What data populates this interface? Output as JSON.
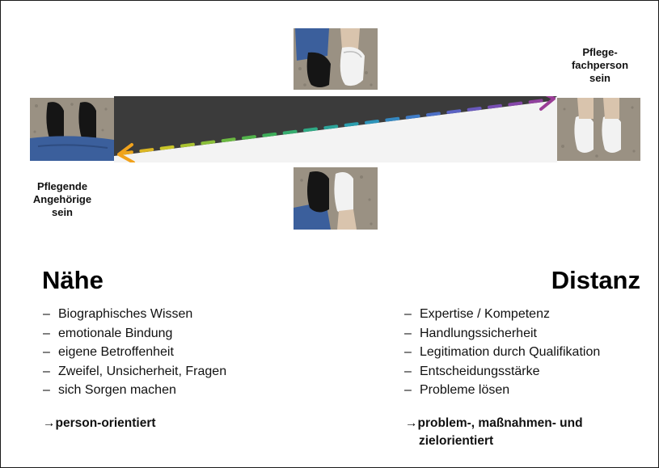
{
  "labels": {
    "left_role": [
      "Pflegende",
      "Angehörige",
      "sein"
    ],
    "right_role": [
      "Pflege-",
      "fachperson",
      "sein"
    ]
  },
  "photos": {
    "top": "feet-black-and-white-shoes-photo",
    "bottom": "feet-black-and-white-shoes-photo",
    "left": "feet-black-shoes-jeans-photo",
    "right": "feet-white-clogs-photo"
  },
  "left_column": {
    "heading": "Nähe",
    "items": [
      "Biographisches Wissen",
      "emotionale Bindung",
      "eigene Betroffenheit",
      "Zweifel, Unsicherheit, Fragen",
      "sich Sorgen machen"
    ],
    "result_arrow": "→",
    "result": "person-orientiert"
  },
  "right_column": {
    "heading": "Distanz",
    "items": [
      "Expertise / Kompetenz",
      "Handlungssicherheit",
      "Legitimation durch Qualifikation",
      "Entscheidungsstärke",
      "Probleme lösen"
    ],
    "result_arrow": "→",
    "result_line1": "problem-, maßnahmen- und",
    "result_line2": "zielorientiert"
  },
  "colors": {
    "band_dark": "#3b3b3b",
    "band_light": "#f3f3f3",
    "arrow_left_head": "#f1a21c",
    "arrow_right_head": "#9b3d97",
    "dash_gradient": [
      "#f1a21c",
      "#c8c628",
      "#7dbd3c",
      "#3fae52",
      "#2faa86",
      "#2a9cb6",
      "#3a7fc6",
      "#5b63c4",
      "#7d4bb0",
      "#9b3d97"
    ]
  },
  "list_dash": "–"
}
